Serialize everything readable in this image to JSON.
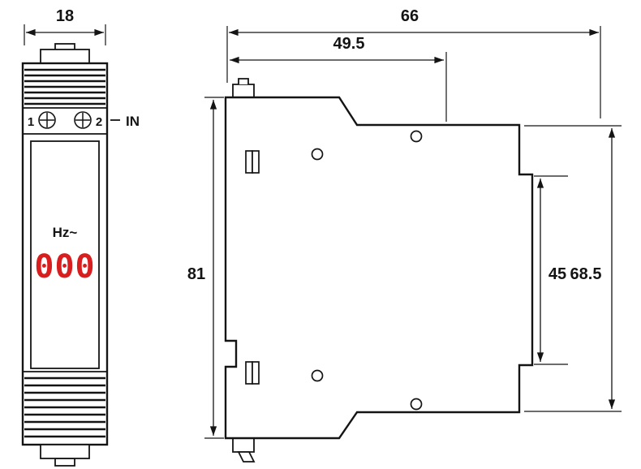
{
  "drawing": {
    "front": {
      "width_dim": "18",
      "terminal_left_num": "1",
      "terminal_right_num": "2",
      "input_label": "IN",
      "display_unit": "Hz~",
      "display_value": "000",
      "display_color": "#d81e1e"
    },
    "side": {
      "total_width_dim": "66",
      "upper_width_dim": "49.5",
      "total_height_dim": "81",
      "panel_height_dim": "45",
      "body_height_dim": "68.5"
    },
    "line_color": "#141414"
  }
}
